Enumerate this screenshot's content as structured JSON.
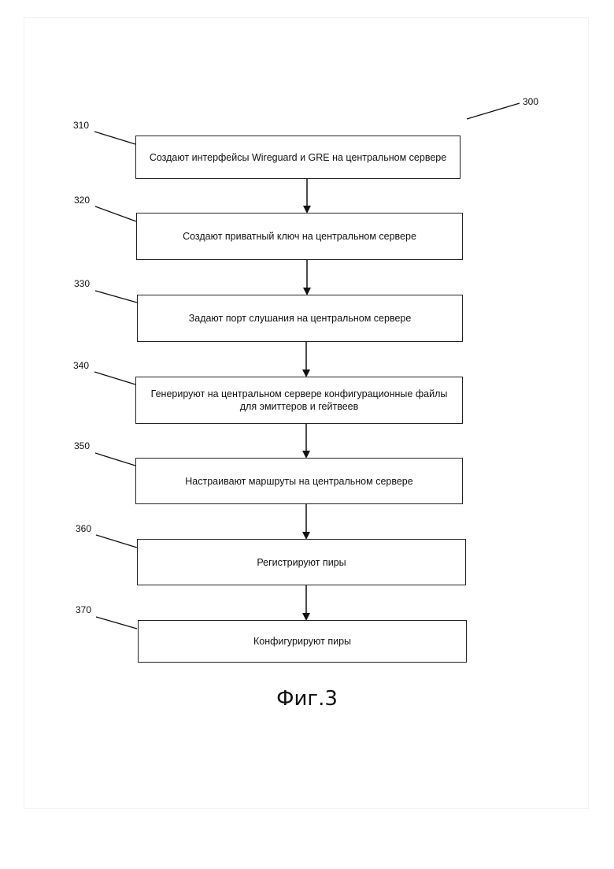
{
  "figure": {
    "ref": "300",
    "caption": "Фиг.3"
  },
  "steps": [
    {
      "ref": "310",
      "text": "Создают интерфейсы Wireguard и GRE на центральном сервере"
    },
    {
      "ref": "320",
      "text": "Создают приватный ключ на центральном сервере"
    },
    {
      "ref": "330",
      "text": "Задают порт слушания на центральном сервере"
    },
    {
      "ref": "340",
      "text": "Генерируют на центральном сервере конфигурационные файлы для эмиттеров и гейтвеев"
    },
    {
      "ref": "350",
      "text": "Настраивают маршруты на центральном сервере"
    },
    {
      "ref": "360",
      "text": "Регистрируют пиры"
    },
    {
      "ref": "370",
      "text": "Конфигурируют пиры"
    }
  ]
}
